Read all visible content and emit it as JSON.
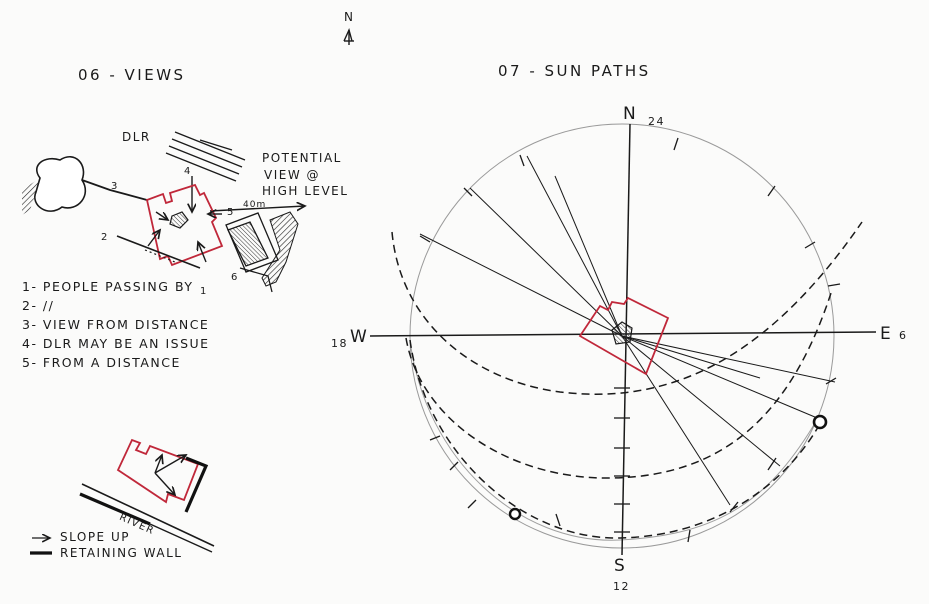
{
  "north_marker": "N",
  "views": {
    "title": "06 - VIEWS",
    "dlr_label": "DLR",
    "potential_label": [
      "POTENTIAL",
      "VIEW @",
      "HIGH LEVEL"
    ],
    "distance_label": "40m",
    "view_numbers": [
      "1",
      "2",
      "3",
      "4",
      "5",
      "6"
    ],
    "notes": [
      "1- PEOPLE PASSING BY",
      "2- //",
      "3- VIEW FROM DISTANCE",
      "4- DLR MAY BE AN ISSUE",
      "5- FROM A DISTANCE"
    ],
    "river_label": "RIVER",
    "legend": {
      "slope": "SLOPE UP",
      "wall": "RETAINING WALL"
    }
  },
  "sun_paths": {
    "title": "07 - SUN PATHS",
    "compass": {
      "n": "N",
      "n_value": "24",
      "e": "E",
      "e_value": "6",
      "s": "S",
      "s_value": "12",
      "w": "W",
      "w_value": "18"
    }
  },
  "colors": {
    "ink": "#1a1a1a",
    "site_red": "#c0283a",
    "paper": "#fbfbfa"
  }
}
